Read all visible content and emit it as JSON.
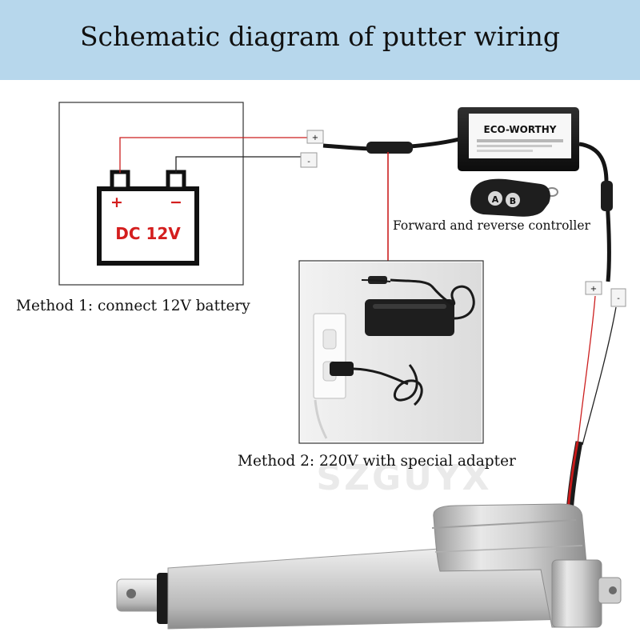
{
  "title": "Schematic diagram of putter wiring",
  "battery": {
    "positive_label": "+",
    "negative_label": "−",
    "voltage_label": "DC 12V"
  },
  "controller": {
    "brand_label": "ECO-WORTHY"
  },
  "remote": {
    "button_a": "A",
    "button_b": "B"
  },
  "terminals": {
    "positive": "+",
    "negative": "-"
  },
  "captions": {
    "method1": "Method 1: connect 12V battery",
    "method2": "Method 2: 220V with special adapter",
    "controller": "Forward and reverse controller"
  },
  "watermark": "SZGUYX",
  "colors": {
    "header_bg": "#b7d7ec",
    "battery_red": "#d41e1e",
    "wire_red": "#cc1f1f"
  }
}
